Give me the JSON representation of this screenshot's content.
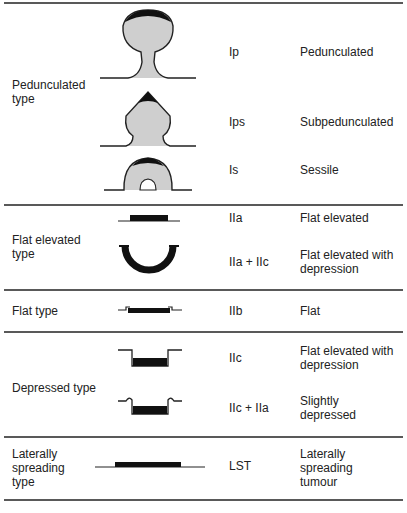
{
  "diagram": {
    "labels": [
      "Pedunculated type",
      "Ip",
      "Pedunculated",
      "Ips",
      "Subpedunculated",
      "Is",
      "Sessile",
      "Flat elevated type",
      "IIa",
      "Flat elevated",
      "IIa + IIc",
      "Flat elevated with depression",
      "Flat type",
      "IIb",
      "Flat",
      "Depressed type",
      "IIc",
      "Flat elevated with depression",
      "IIc + IIa",
      "Slightly depressed",
      "Laterally spreading type",
      "LST",
      "Laterally spreading tumour"
    ]
  }
}
